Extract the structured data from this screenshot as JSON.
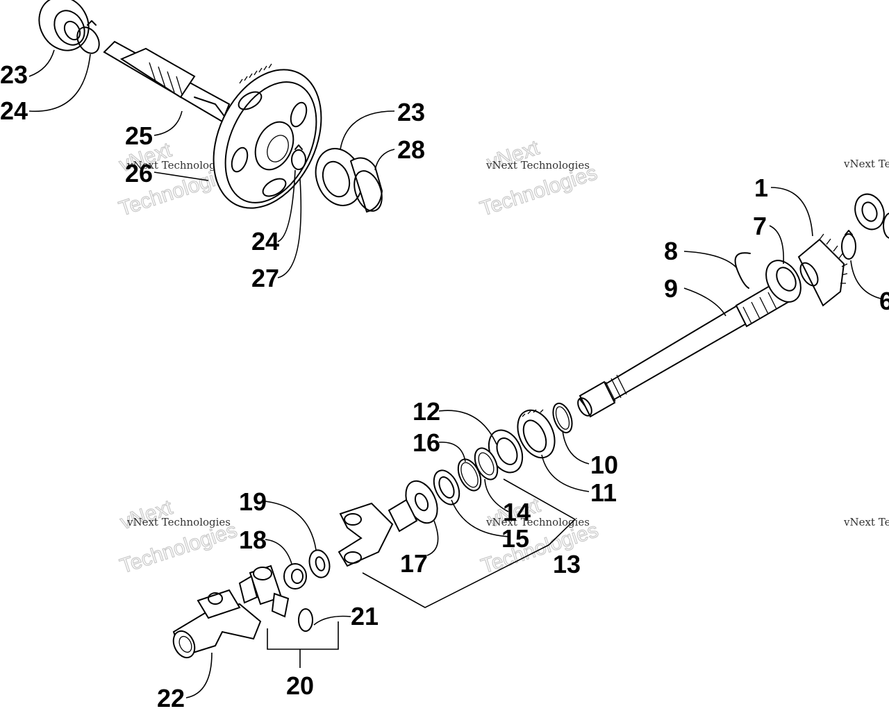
{
  "callouts": {
    "c1": "1",
    "c6": "6",
    "c7": "7",
    "c8": "8",
    "c9": "9",
    "c10": "10",
    "c11": "11",
    "c12": "12",
    "c13": "13",
    "c14": "14",
    "c15": "15",
    "c16": "16",
    "c17": "17",
    "c18": "18",
    "c19": "19",
    "c20": "20",
    "c21": "21",
    "c22": "22",
    "c23a": "23",
    "c23b": "23",
    "c24a": "24",
    "c24b": "24",
    "c25": "25",
    "c26": "26",
    "c27": "27",
    "c28": "28"
  },
  "watermark": {
    "line1": "vNext Technologies",
    "line2": "vNext",
    "line3": "Technologies"
  }
}
